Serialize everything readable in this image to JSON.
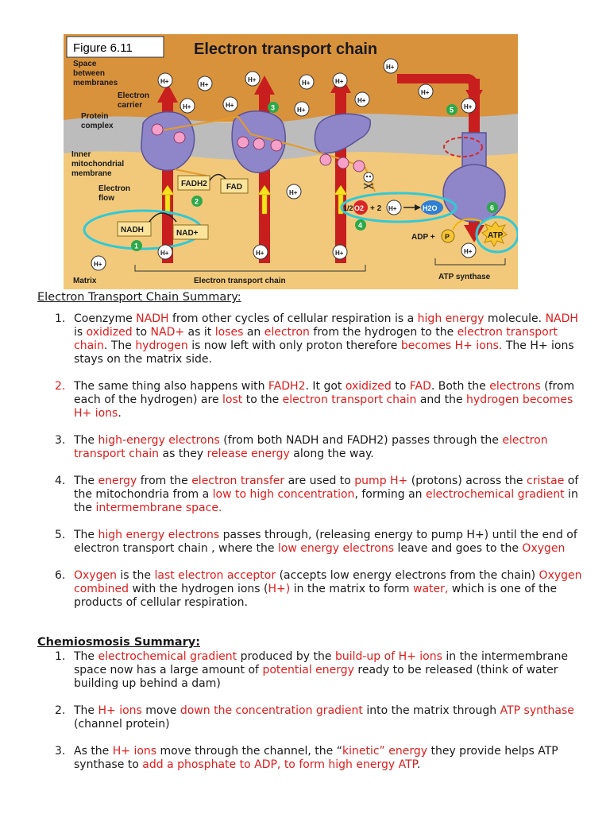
{
  "figure": {
    "label": "Figure 6.11",
    "title": "Electron transport chain",
    "labels": {
      "space_between_membranes": [
        "Space",
        "between",
        "membranes"
      ],
      "electron_carrier": [
        "Electron",
        "carrier"
      ],
      "protein_complex": [
        "Protein",
        "complex"
      ],
      "inner_membrane": [
        "Inner",
        "mitochondrial",
        "membrane"
      ],
      "electron_flow": [
        "Electron",
        "flow"
      ],
      "matrix": "Matrix",
      "etc_bracket": "Electron transport chain",
      "atp_synthase": "ATP synthase",
      "nadh": "NADH",
      "nad": "NAD+",
      "fadh2": "FADH2",
      "fad": "FAD",
      "adp_p": "ADP +",
      "p": "P",
      "atp": "ATP",
      "water_eq_half": "1/2",
      "o2": "O2",
      "plus_two": "+ 2",
      "h": "H+",
      "h2o": "H2O",
      "steps": [
        "1",
        "2",
        "3",
        "4",
        "5",
        "6"
      ]
    },
    "colors": {
      "intermembrane": "#d9923c",
      "membrane": "#bcbcbc",
      "matrix": "#f2c97a",
      "protein": "#8f86c9",
      "arrow_red": "#c81e1e",
      "highlight": "#31c9d6",
      "step_green": "#2ea84a"
    }
  },
  "etc_summary": {
    "title": "Electron Transport Chain Summary: ",
    "items": [
      {
        "num": "1.",
        "segs": [
          {
            "t": "Coenzyme "
          },
          {
            "t": "NADH",
            "red": true
          },
          {
            "t": " from other cycles of cellular respiration is a "
          },
          {
            "t": "high energy",
            "red": true
          },
          {
            "t": " molecule. "
          },
          {
            "t": "NADH",
            "red": true
          },
          {
            "t": " is "
          },
          {
            "t": "oxidized",
            "red": true
          },
          {
            "t": " to "
          },
          {
            "t": "NAD+",
            "red": true
          },
          {
            "t": " as it "
          },
          {
            "t": "loses",
            "red": true
          },
          {
            "t": " an "
          },
          {
            "t": "electron",
            "red": true
          },
          {
            "t": " from the hydrogen to the "
          },
          {
            "t": "electron transport chain",
            "red": true
          },
          {
            "t": ". The "
          },
          {
            "t": "hydrogen",
            "red": true
          },
          {
            "t": " is now left with only proton therefore "
          },
          {
            "t": "becomes H+ ions.",
            "red": true
          },
          {
            "t": " The H+ ions  stays on the matrix side."
          }
        ]
      },
      {
        "num": "2.",
        "num_red": true,
        "segs": [
          {
            "t": "The same thing also happens with "
          },
          {
            "t": "FADH2",
            "red": true
          },
          {
            "t": ". It got "
          },
          {
            "t": "oxidized",
            "red": true
          },
          {
            "t": " to "
          },
          {
            "t": "FAD",
            "red": true
          },
          {
            "t": ". Both the "
          },
          {
            "t": "electrons",
            "red": true
          },
          {
            "t": " (from each of the hydrogen) are "
          },
          {
            "t": "lost",
            "red": true
          },
          {
            "t": " to the "
          },
          {
            "t": "electron transport chain",
            "red": true
          },
          {
            "t": " and the "
          },
          {
            "t": "hydrogen becomes H+ ions",
            "red": true
          },
          {
            "t": "."
          }
        ]
      },
      {
        "num": "3.",
        "segs": [
          {
            "t": "The "
          },
          {
            "t": "high-energy electrons",
            "red": true
          },
          {
            "t": " (from both NADH and FADH2) passes through the "
          },
          {
            "t": "electron transport chain",
            "red": true
          },
          {
            "t": " as they "
          },
          {
            "t": "release energy",
            "red": true
          },
          {
            "t": " along the way."
          }
        ]
      },
      {
        "num": "4.",
        "segs": [
          {
            "t": "The "
          },
          {
            "t": "energy",
            "red": true
          },
          {
            "t": " from the "
          },
          {
            "t": "electron transfer",
            "red": true
          },
          {
            "t": " are used to "
          },
          {
            "t": "pump H+",
            "red": true
          },
          {
            "t": " (protons) across the "
          },
          {
            "t": "cristae",
            "red": true
          },
          {
            "t": " of the mitochondria from a "
          },
          {
            "t": "low to high concentration",
            "red": true
          },
          {
            "t": ", forming an "
          },
          {
            "t": "electrochemical gradient",
            "red": true
          },
          {
            "t": " in the "
          },
          {
            "t": "intermembrane space.",
            "red": true
          }
        ]
      },
      {
        "num": "5.",
        "segs": [
          {
            "t": "The "
          },
          {
            "t": "high energy electrons",
            "red": true
          },
          {
            "t": " passes through, (releasing energy to pump H+) until the end of electron transport chain , where the "
          },
          {
            "t": "low energy electrons",
            "red": true
          },
          {
            "t": " leave and goes to the "
          },
          {
            "t": "Oxygen",
            "red": true
          }
        ]
      },
      {
        "num": "6.",
        "segs": [
          {
            "t": "Oxygen",
            "red": true
          },
          {
            "t": " is the "
          },
          {
            "t": "last electron acceptor",
            "red": true
          },
          {
            "t": " (accepts low energy electrons from the chain) "
          },
          {
            "t": "Oxygen combined",
            "red": true
          },
          {
            "t": " with the hydrogen ions ("
          },
          {
            "t": "H+)",
            "red": true
          },
          {
            "t": " in the matrix to form "
          },
          {
            "t": "water,",
            "red": true
          },
          {
            "t": " which is one of the products of cellular respiration."
          }
        ]
      }
    ]
  },
  "chemi_summary": {
    "title": "Chemiosmosis Summary: ",
    "items": [
      {
        "num": "1.",
        "segs": [
          {
            "t": "The "
          },
          {
            "t": "electrochemical gradient",
            "red": true
          },
          {
            "t": " produced by the "
          },
          {
            "t": "build-up of H+ ions",
            "red": true
          },
          {
            "t": " in the intermembrane space now has a large amount of "
          },
          {
            "t": "potential energy",
            "red": true
          },
          {
            "t": " ready to be released (think of water building up behind a dam)"
          }
        ]
      },
      {
        "num": "2.",
        "segs": [
          {
            "t": "The "
          },
          {
            "t": "H+ ions",
            "red": true
          },
          {
            "t": " move "
          },
          {
            "t": "down the concentration gradient",
            "red": true
          },
          {
            "t": " into the matrix through "
          },
          {
            "t": "ATP synthase",
            "red": true
          },
          {
            "t": " (channel protein)"
          }
        ]
      },
      {
        "num": "3.",
        "segs": [
          {
            "t": "As the "
          },
          {
            "t": "H+ ions",
            "red": true
          },
          {
            "t": " move through the channel, the “"
          },
          {
            "t": "kinetic” energy",
            "red": true
          },
          {
            "t": " they provide helps ATP synthase to "
          },
          {
            "t": "add a phosphate to ADP, to form high energy ATP",
            "red": true
          },
          {
            "t": "."
          }
        ]
      }
    ]
  }
}
